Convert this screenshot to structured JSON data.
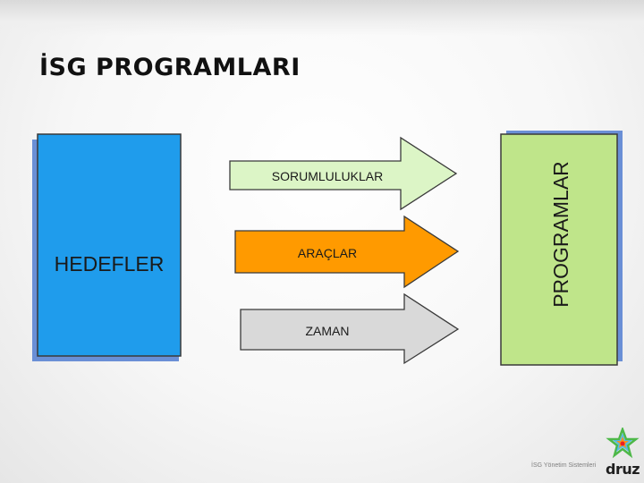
{
  "slide": {
    "title": "İSG PROGRAMLARI",
    "footer": "İSG Yönetim Sistemleri",
    "brand": "druz"
  },
  "diagram": {
    "left_box": {
      "label": "HEDEFLER",
      "color": "#1f9cec"
    },
    "arrows": [
      {
        "label": "SORUMLULUKLAR",
        "color": "#dcf5c6"
      },
      {
        "label": "ARAÇLAR",
        "color": "#ff9a00"
      },
      {
        "label": "ZAMAN",
        "color": "#d9d9d9"
      }
    ],
    "right_box": {
      "label": "PROGRAMLAR",
      "color": "#bfe58a"
    }
  },
  "colors": {
    "border": "#3a3a3a",
    "shadow_blue": "#6a8fd6",
    "logo_star": [
      "#4db848",
      "#29abe2",
      "#f7941d",
      "#ed1c24"
    ]
  }
}
